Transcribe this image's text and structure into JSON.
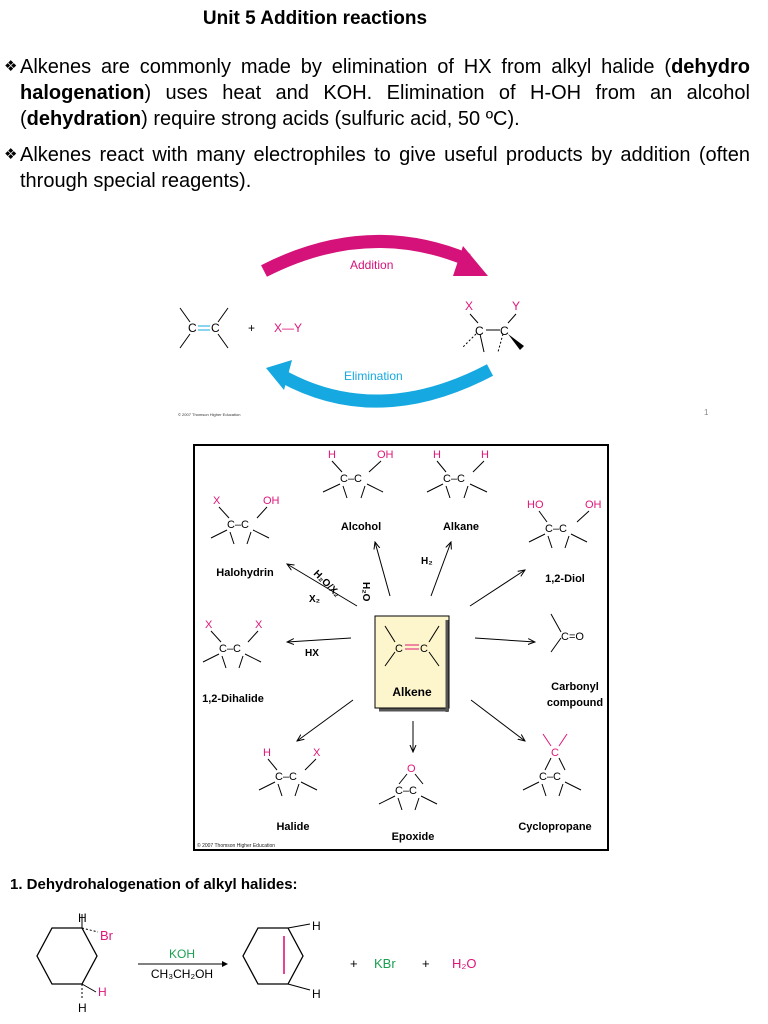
{
  "title": "Unit 5 Addition reactions",
  "bullet1": {
    "mark": "❖",
    "t1": "Alkenes are commonly made by elimination of HX from alkyl halide (",
    "b1": "dehydro halogenation",
    "t2": ") uses heat and KOH. Elimination of H-OH from an alcohol (",
    "b2": "dehydration",
    "t3": ") require strong acids (sulfuric acid, 50 ºC)."
  },
  "bullet2": {
    "mark": "❖",
    "text": "Alkenes react with many electrophiles to give useful products by addition (often through special reagents)."
  },
  "diagram1": {
    "addition": "Addition",
    "elimination": "Elimination",
    "plus": "+",
    "reagent": "X—Y",
    "alkene": "C=C",
    "x": "X",
    "y": "Y",
    "c": "C",
    "copyright": "© 2007 Thomson Higher Education",
    "colors": {
      "addition": "#d4127a",
      "elimination": "#16a8e0",
      "reagent": "#e0157a"
    }
  },
  "page_number": "1",
  "diagram2": {
    "center": "Alkene",
    "center_formula": "C=C",
    "products": {
      "alcohol": "Alcohol",
      "alkane": "Alkane",
      "halohydrin": "Halohydrin",
      "diol": "1,2-Diol",
      "dihalide": "1,2-Dihalide",
      "carbonyl_1": "Carbonyl",
      "carbonyl_2": "compound",
      "halide": "Halide",
      "epoxide": "Epoxide",
      "cyclopropane": "Cyclopropane"
    },
    "reagents": {
      "h2o": "H₂O",
      "h2": "H₂",
      "h2o_x2": "H₂O/X₂",
      "x2": "X₂",
      "hx": "HX"
    },
    "atoms": {
      "h": "H",
      "oh": "OH",
      "x": "X",
      "ho": "HO",
      "o": "O",
      "c": "C",
      "cc": "C–C",
      "co": "C=O"
    },
    "copyright": "© 2007 Thomson Higher Education",
    "colors": {
      "atom": "#e0157a",
      "center_bg": "#fdf6cc"
    }
  },
  "section_heading": "1. Dehydrohalogenation of alkyl halides:",
  "reaction": {
    "br": "Br",
    "h": "H",
    "reagent_top": "KOH",
    "reagent_bottom": "CH₃CH₂OH",
    "plus": "+",
    "kbr": "KBr",
    "water": "H₂O",
    "colors": {
      "atom": "#e0157a",
      "reagent": "#1aa052"
    }
  }
}
